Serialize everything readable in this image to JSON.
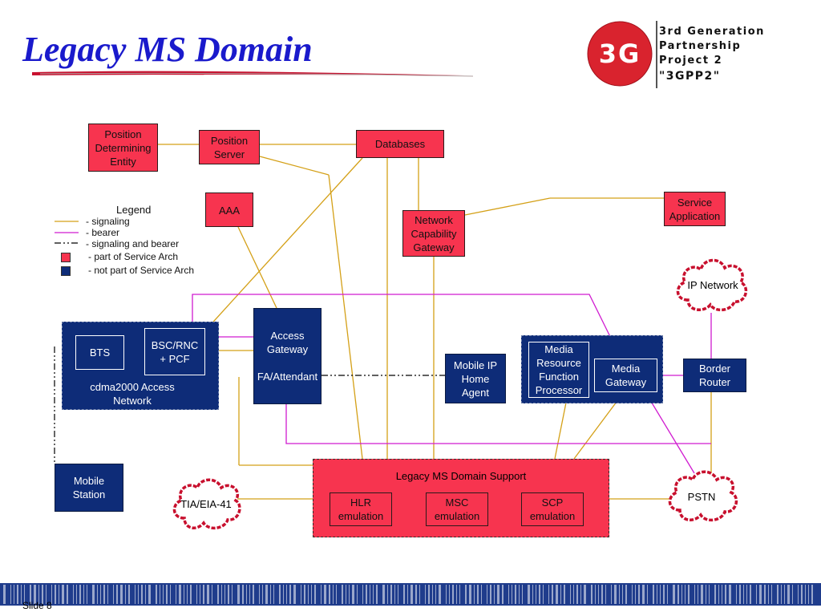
{
  "title": "Legacy MS Domain",
  "logo": {
    "badge": "3G",
    "lines": [
      "3rd Generation",
      "Partnership",
      "Project 2",
      "\"3GPP2\""
    ]
  },
  "legend": {
    "heading": "Legend",
    "items": [
      {
        "text": "- signaling",
        "color": "#d4a017"
      },
      {
        "text": "- bearer",
        "color": "#d01bd0"
      },
      {
        "text": "- signaling and bearer",
        "color": "#000000"
      },
      {
        "text": "- part of Service Arch",
        "color": "#f7344f"
      },
      {
        "text": "- not part of Service Arch",
        "color": "#0e2c78"
      }
    ]
  },
  "nodes": {
    "pde": "Position Determining Entity",
    "position_server": "Position Server",
    "databases": "Databases",
    "aaa": "AAA",
    "ncg": "Network Capability Gateway",
    "service_application": "Service Application",
    "ip_network": "IP Network",
    "bts": "BTS",
    "bsc": "BSC/RNC + PCF",
    "access_network": "cdma2000 Access Network",
    "access_gateway": "Access Gateway",
    "fa_attendant": "FA/Attendant",
    "mobile_ip": "Mobile IP Home Agent",
    "mrfp": "Media Resource Function Processor",
    "media_gateway": "Media Gateway",
    "border_router": "Border Router",
    "mobile_station": "Mobile Station",
    "tia": "TIA/EIA-41",
    "legacy_support": "Legacy MS Domain Support",
    "hlr": "HLR emulation",
    "msc": "MSC emulation",
    "scp": "SCP emulation",
    "pstn": "PSTN"
  },
  "colors": {
    "signaling": "#d4a017",
    "bearer": "#d01bd0",
    "part_of_service_arch": "#f7344f",
    "not_part_of_service_arch": "#0e2c78",
    "title": "#1a1acc"
  },
  "footer": {
    "slide": "Slide 8"
  }
}
